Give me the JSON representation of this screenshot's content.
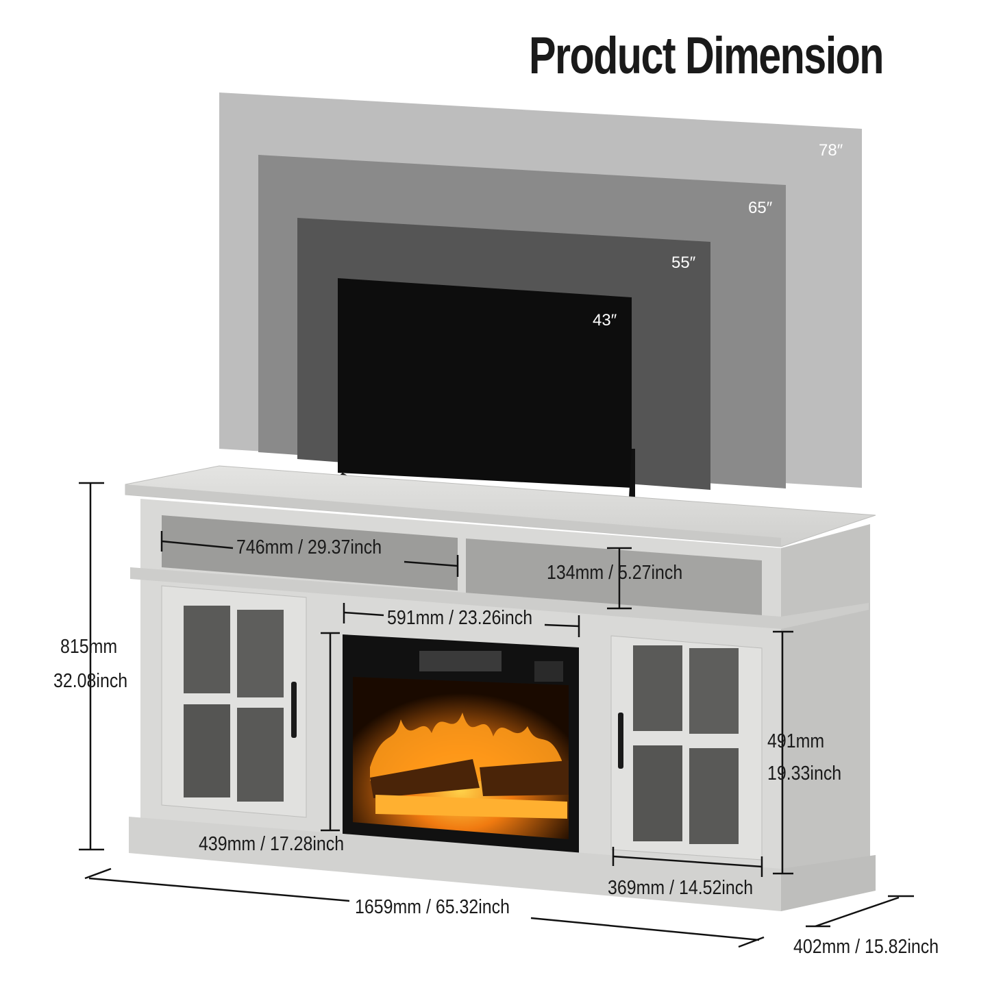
{
  "title": "Product Dimension",
  "tv_sizes": [
    "78″",
    "65″",
    "55″",
    "43″"
  ],
  "dimensions": {
    "shelf_width": "746mm / 29.37inch",
    "shelf_height": "134mm / 5.27inch",
    "fireplace_width": "591mm / 23.26inch",
    "total_height_mm": "815mm",
    "total_height_in": "32.08inch",
    "cabinet_height_mm": "491mm",
    "cabinet_height_in": "19.33inch",
    "left_cabinet_width": "439mm / 17.28inch",
    "right_cabinet_width": "369mm / 14.52inch",
    "total_width": "1659mm / 65.32inch",
    "depth": "402mm / 15.82inch"
  },
  "colors": {
    "tv_78": "#bdbdbd",
    "tv_65": "#8a8a8a",
    "tv_55": "#555555",
    "tv_43": "#0d0d0d",
    "wood": "#d8d8d6",
    "fire": "#f07a10"
  }
}
